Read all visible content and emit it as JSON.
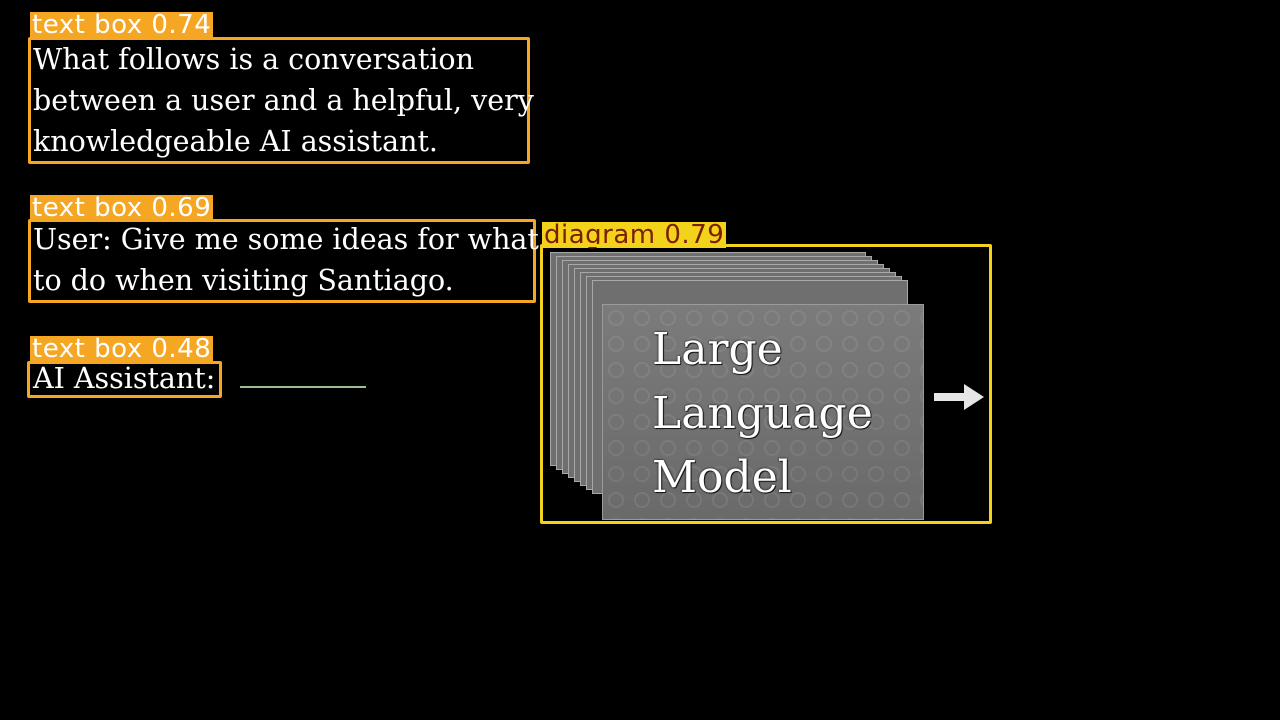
{
  "detections": [
    {
      "label": "text box",
      "score": "0.74"
    },
    {
      "label": "text box",
      "score": "0.69"
    },
    {
      "label": "text box",
      "score": "0.48"
    },
    {
      "label": "diagram",
      "score": "0.79"
    }
  ],
  "conversation": {
    "system_lines": [
      "What follows is a conversation",
      "between a user and a helpful, very",
      "knowledgeable AI assistant."
    ],
    "user_lines": [
      "User: Give me some ideas for what",
      "to do when visiting Santiago."
    ],
    "assistant_prefix": "AI Assistant:"
  },
  "diagram": {
    "title_lines": [
      "Large",
      "Language",
      "Model"
    ],
    "arrow_icon": "right-arrow-icon"
  },
  "colors": {
    "text_box": "#f5a623",
    "diagram": "#f2d21b",
    "background": "#000000"
  }
}
